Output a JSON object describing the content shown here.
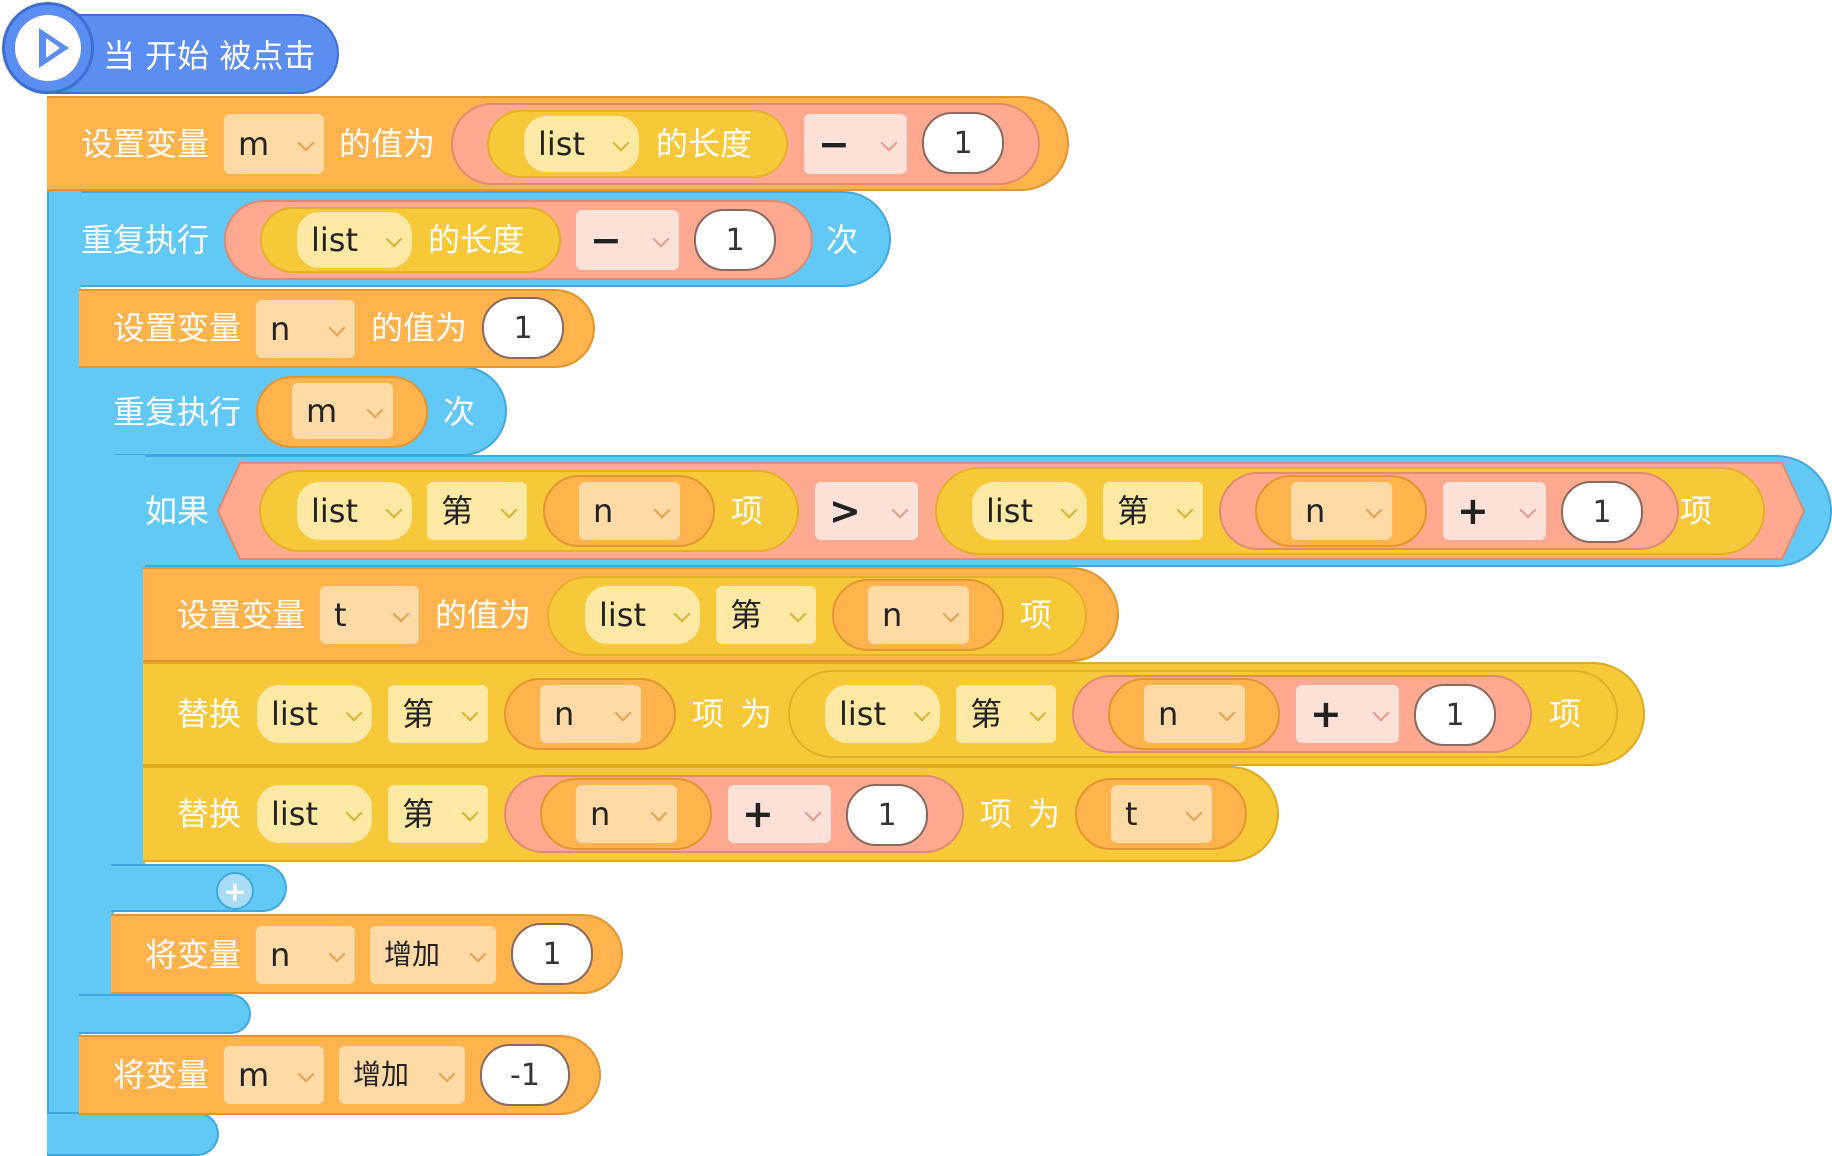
{
  "hat": {
    "label": "当 开始 被点击",
    "icon": "play-icon"
  },
  "set": "设置变量",
  "value_is": "的值为",
  "repeat": "重复执行",
  "times": "次",
  "if": "如果",
  "replace": "替换",
  "change_var": "将变量",
  "increase": "增加",
  "length_of": "的长度",
  "item_nth": "第",
  "item": "项",
  "as": "为",
  "vars": {
    "m": "m",
    "n": "n",
    "t": "t"
  },
  "list_name": "list",
  "ops": {
    "minus": "−",
    "plus": "+",
    "gt": ">"
  },
  "numbers": {
    "one": "1",
    "neg_one": "-1"
  },
  "add_branch": "+",
  "colors": {
    "control": "#62c9f7",
    "variable": "#ffb34c",
    "list": "#f7c837",
    "operator": "#fca98f",
    "hat": "#5b8ef0"
  }
}
